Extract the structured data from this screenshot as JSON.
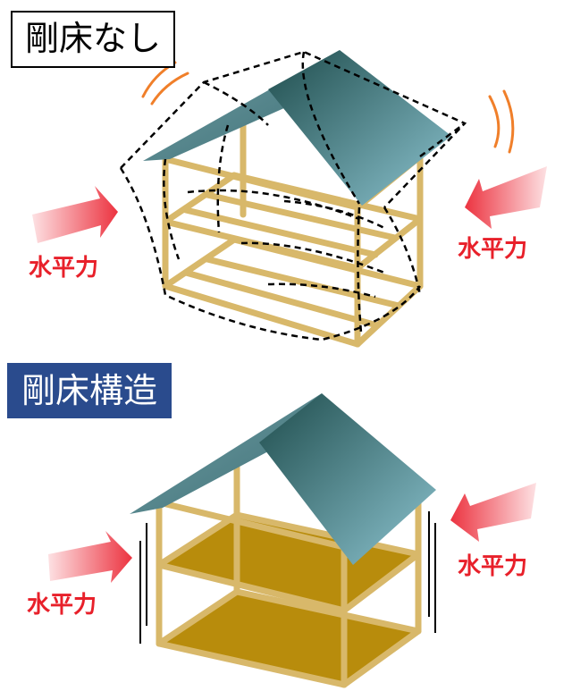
{
  "sections": {
    "without_rigid_floor": {
      "title": "剛床なし"
    },
    "rigid_floor_structure": {
      "title": "剛床構造"
    }
  },
  "force_label": "水平力",
  "colors": {
    "force_text": "#e8202a",
    "title_box_bg": "#2a4b8d",
    "frame": "#d8b86a",
    "floor_panel": "#b88c0c",
    "roof_dark": "#1f4d4d",
    "roof_light": "#8cc3cf",
    "arrow": "#f4707a",
    "vibration": "#f07f2a",
    "dashed_outline": "#000000"
  },
  "icons": [
    "horizontal-force-arrow",
    "vibration-mark",
    "house-frame",
    "gable-roof"
  ]
}
